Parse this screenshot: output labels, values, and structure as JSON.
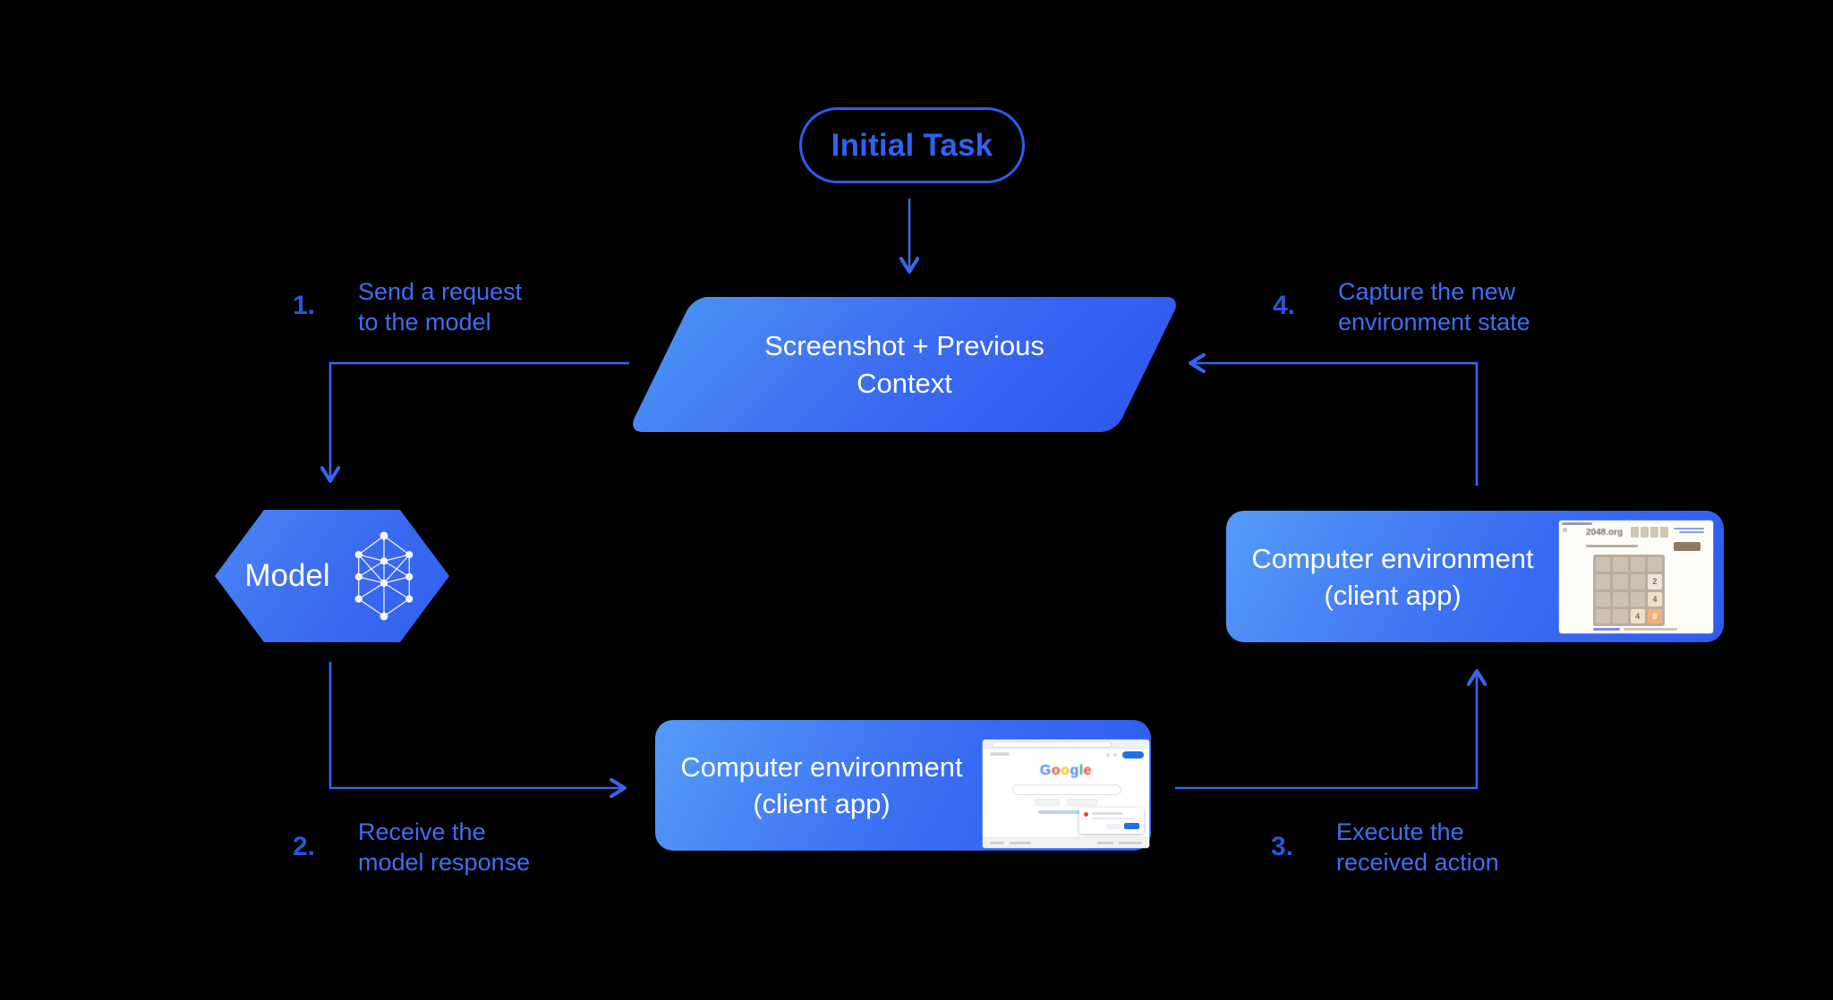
{
  "colors": {
    "background": "#000000",
    "arrow": "#3566ee",
    "pill_outline": "#2c5cf2",
    "node_gradient_light": "#549bf7",
    "node_gradient_dark": "#2e5cee",
    "step_number": "#2757da",
    "step_text": "#3f6ef3"
  },
  "initial_task": {
    "label": "Initial Task"
  },
  "screenshot_context": {
    "line1": "Screenshot + Previous",
    "line2": "Context"
  },
  "model": {
    "label": "Model",
    "icon": "neural-network-icon"
  },
  "env_bottom": {
    "line1": "Computer environment",
    "line2": "(client app)"
  },
  "env_right": {
    "line1": "Computer environment",
    "line2": "(client app)"
  },
  "steps": [
    {
      "num": "1.",
      "line1": "Send a request",
      "line2": "to the model"
    },
    {
      "num": "2.",
      "line1": "Receive the",
      "line2": "model response"
    },
    {
      "num": "3.",
      "line1": "Execute the",
      "line2": "received action"
    },
    {
      "num": "4.",
      "line1": "Capture the new",
      "line2": "environment state"
    }
  ],
  "thumbnails": {
    "google": {
      "logo_letters": [
        "G",
        "o",
        "o",
        "g",
        "l",
        "e"
      ]
    },
    "game2048": {
      "site": "2048.org",
      "tiles": [
        "2",
        "4",
        "4",
        "8"
      ]
    }
  }
}
